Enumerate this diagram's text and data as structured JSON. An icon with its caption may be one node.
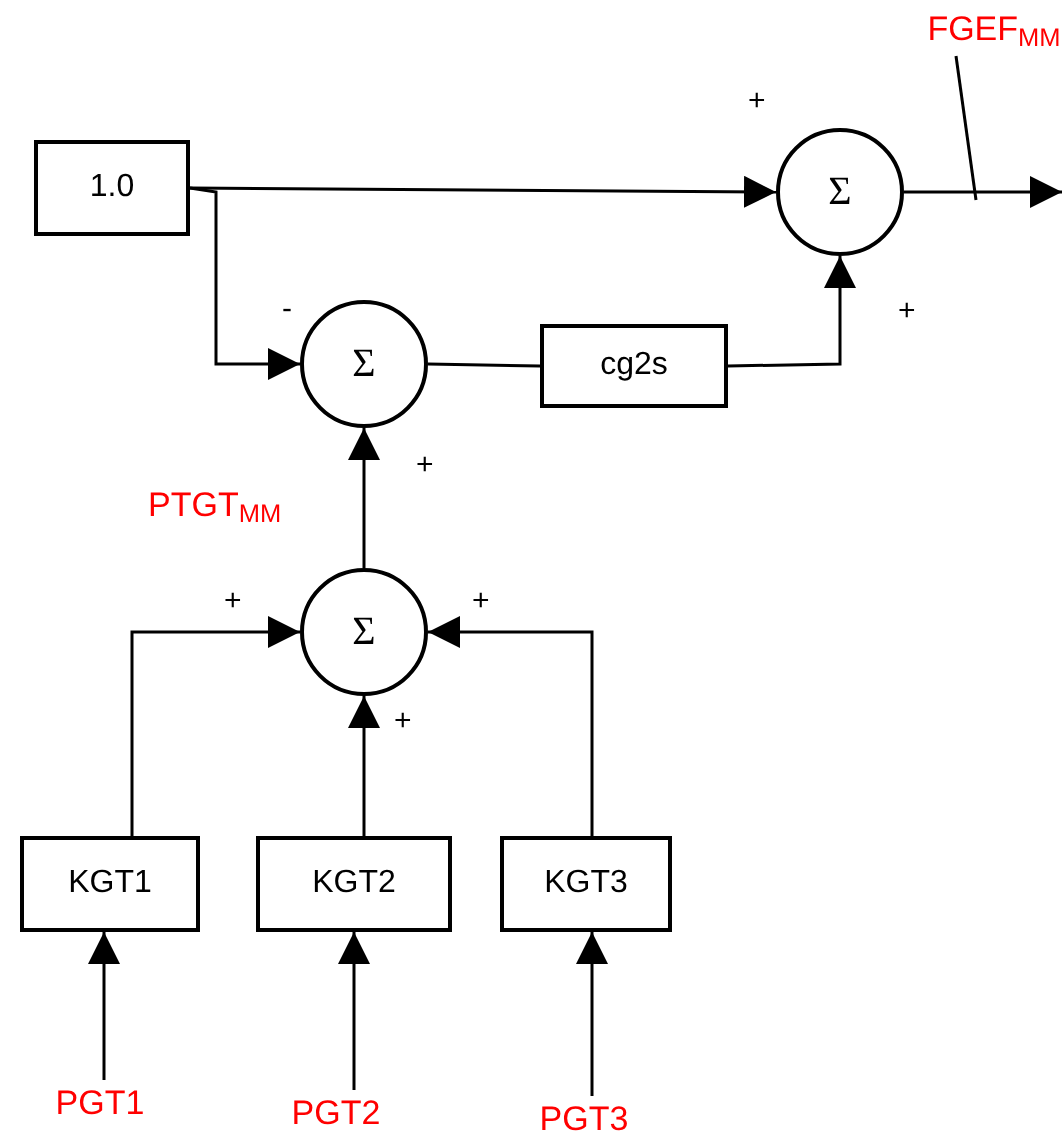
{
  "diagram": {
    "nodes": [
      {
        "text": [
          "FGEF$_{MM}$"
        ]
      },
      {
        "text": [
          "1.0"
        ]
      },
      {
        "text": [
          "Σ"
        ]
      },
      {
        "text": [
          "Σ"
        ]
      },
      {
        "text": [
          "cg2s"
        ]
      },
      {
        "text": [
          "Σ"
        ]
      },
      {
        "text": [
          "KGT1"
        ]
      },
      {
        "text": [
          "KGT2"
        ]
      },
      {
        "text": [
          "KGT3"
        ]
      },
      {
        "text": [
          "PGT1"
        ]
      },
      {
        "text": [
          "PGT2"
        ]
      },
      {
        "text": [
          "PGT3"
        ]
      }
    ],
    "edges": [
      {
        "from": 1,
        "to": 2,
        "arrow": "to"
      },
      {
        "from": 1,
        "to": 3,
        "arrow": "to"
      },
      {
        "from": 3,
        "to": 4,
        "arrow": "none"
      },
      {
        "from": 4,
        "to": 2,
        "arrow": "to"
      },
      {
        "from": 2,
        "to": null,
        "arrow": "to"
      },
      {
        "from": 0,
        "to": null,
        "arrow": "none"
      },
      {
        "from": 5,
        "to": 3,
        "arrow": "to"
      },
      {
        "from": 6,
        "to": 5,
        "arrow": "to"
      },
      {
        "from": 7,
        "to": 5,
        "arrow": "to"
      },
      {
        "from": 8,
        "to": 5,
        "arrow": "to"
      },
      {
        "from": 9,
        "to": 6,
        "arrow": "to"
      },
      {
        "from": 10,
        "to": 7,
        "arrow": "to"
      },
      {
        "from": 11,
        "to": 8,
        "arrow": "to"
      }
    ],
    "labels": [
      "+",
      "-",
      "+",
      "+",
      "PTGT$_{MM}$",
      "+",
      "+",
      "+"
    ]
  }
}
